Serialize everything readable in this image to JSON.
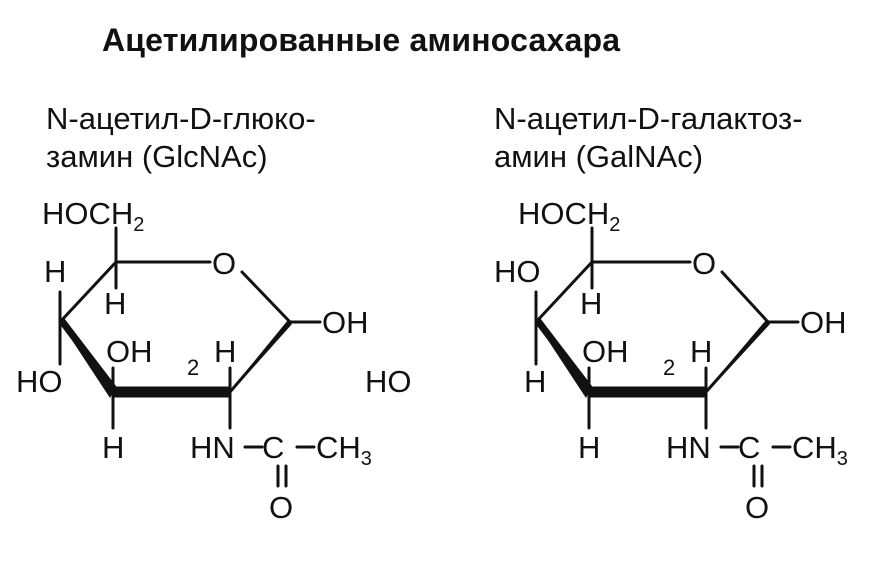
{
  "title": "Ацетилированные аминосахара",
  "left": {
    "name_line1": "N-ацетил-D-глюко-",
    "name_line2": "замин (GlcNAc)",
    "c6_group": "HOCH",
    "c6_sub": "2",
    "ring_o": "O",
    "c4_top": "H",
    "c5_h": "H",
    "c1_oh": "OH",
    "c3_oh": "OH",
    "c2_num": "2",
    "c2_h": "H",
    "c4_bottom": "HO",
    "c3_h": "H",
    "free_ho": "HO",
    "amide_hn": "HN",
    "amide_c": "C",
    "amide_ch3": "CH",
    "amide_ch3_sub": "3",
    "amide_o": "O"
  },
  "right": {
    "name_line1": "N-ацетил-D-галактоз-",
    "name_line2": "амин (GalNAc)",
    "c6_group": "HOCH",
    "c6_sub": "2",
    "ring_o": "O",
    "c4_top": "HO",
    "c5_h": "H",
    "c1_oh": "OH",
    "c3_oh": "OH",
    "c2_num": "2",
    "c2_h": "H",
    "c4_bottom": "H",
    "c3_h": "H",
    "amide_hn": "HN",
    "amide_c": "C",
    "amide_ch3": "CH",
    "amide_ch3_sub": "3",
    "amide_o": "O"
  }
}
